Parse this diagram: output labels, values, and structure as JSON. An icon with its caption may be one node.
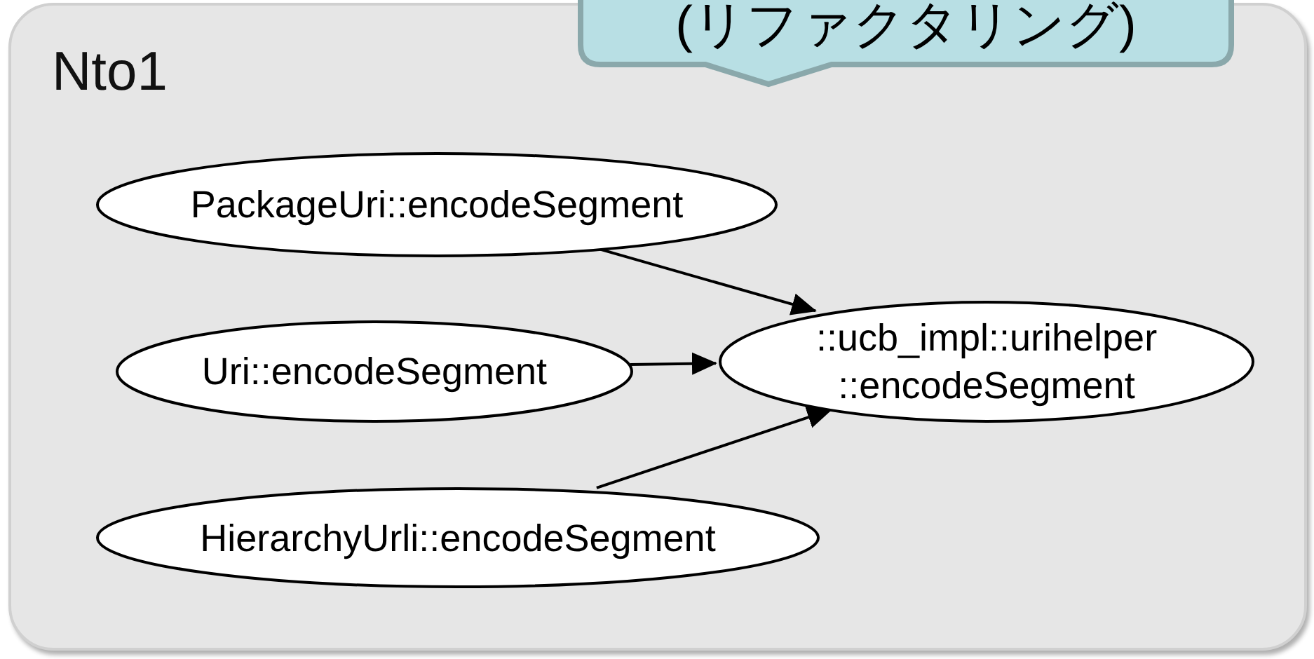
{
  "diagram": {
    "nodes": [
      {
        "text": [
          "Nto1"
        ]
      },
      {
        "text": [
          "(リファクタリング)"
        ]
      },
      {
        "text": [
          "PackageUri::encodeSegment"
        ],
        "in": 0
      },
      {
        "text": [
          "Uri::encodeSegment"
        ],
        "in": 0
      },
      {
        "text": [
          "HierarchyUrli::encodeSegment"
        ],
        "in": 0
      },
      {
        "text": [
          "::ucb_impl::urihelper ::encodeSegment"
        ],
        "in": 0
      }
    ],
    "edges": [
      {
        "from": 2,
        "to": 5,
        "arrow": "to"
      },
      {
        "from": 3,
        "to": 5,
        "arrow": "to"
      },
      {
        "from": 4,
        "to": 5,
        "arrow": "to"
      }
    ]
  }
}
